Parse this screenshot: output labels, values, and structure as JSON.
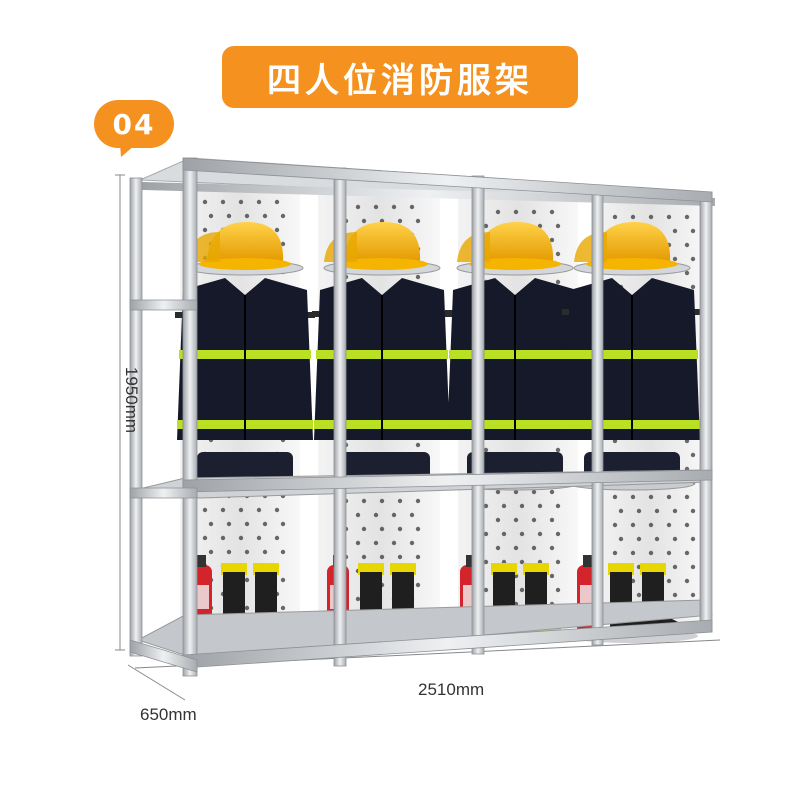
{
  "title": "四人位消防服架",
  "badge": "04",
  "dimensions": {
    "height": "1950mm",
    "width": "2510mm",
    "depth": "650mm"
  },
  "colors": {
    "accent": "#f5911e",
    "frame": "#c9ccd0",
    "jacket": "#15192a",
    "stripe": "#b9e023",
    "helmet": "#f4b400",
    "extinguisher": "#d3242b"
  },
  "bays": 4
}
